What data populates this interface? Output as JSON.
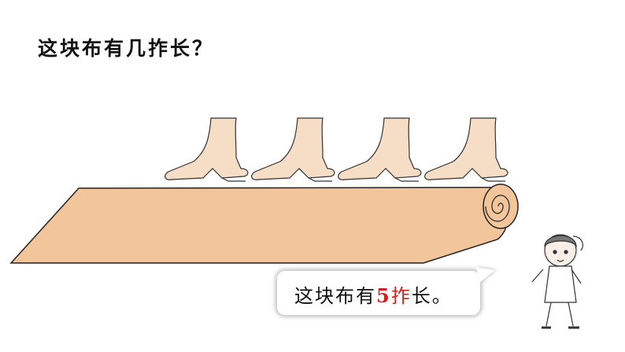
{
  "question": "这块布有几拃长？",
  "answer": {
    "prefix": "这块布有",
    "number": "5",
    "unit": "拃",
    "suffix": "长。"
  },
  "colors": {
    "cloth": "#f3c59a",
    "cloth_outline": "#222222",
    "highlight": "#d42020"
  },
  "hand_count": 4
}
